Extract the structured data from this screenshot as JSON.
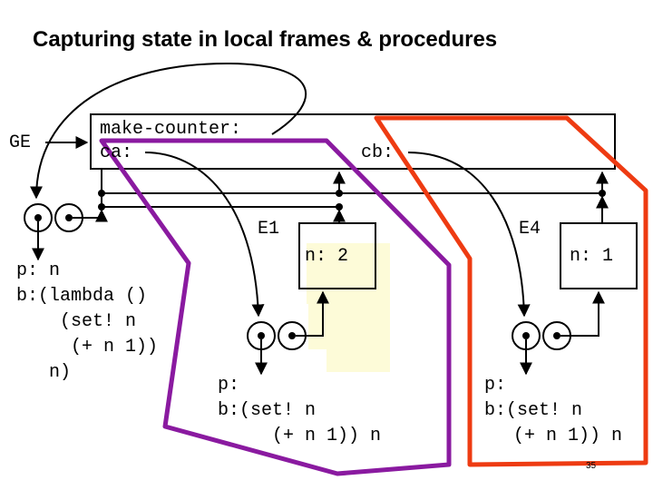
{
  "title": "Capturing state in local frames & procedures",
  "ge_label": "GE",
  "global_frame": {
    "bindings": [
      "make-counter:",
      "ca:",
      "cb:"
    ]
  },
  "frames": [
    {
      "label": "E1",
      "binding": "n: 2"
    },
    {
      "label": "E4",
      "binding": "n: 1"
    }
  ],
  "procedures": [
    {
      "params": "p: n",
      "body": [
        "b:(lambda ()",
        "(set! n",
        "(+ n 1))",
        "n)"
      ]
    },
    {
      "params": "p:",
      "body": [
        "b:(set! n",
        "(+ n 1)) n"
      ]
    },
    {
      "params": "p:",
      "body": [
        "b:(set! n",
        "(+ n 1)) n"
      ]
    }
  ],
  "colors": {
    "purple": "#8a1aa0",
    "orange": "#ee3b12",
    "highlight": "#fdfbd8"
  },
  "page_number": "35"
}
